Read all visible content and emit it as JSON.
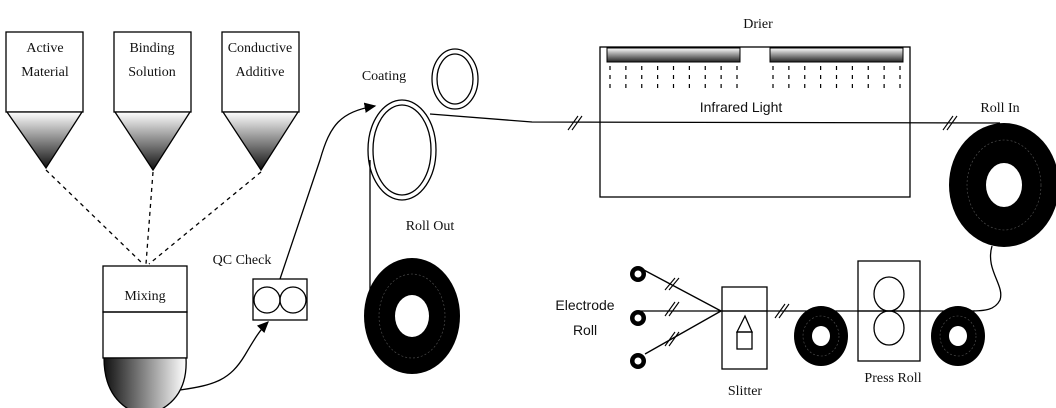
{
  "hoppers": [
    {
      "line1": "Active",
      "line2": "Material"
    },
    {
      "line1": "Binding",
      "line2": "Solution"
    },
    {
      "line1": "Conductive",
      "line2": "Additive"
    }
  ],
  "mixing": {
    "label": "Mixing"
  },
  "qc": {
    "label": "QC Check"
  },
  "coating": {
    "label": "Coating"
  },
  "roll_out": {
    "label": "Roll Out"
  },
  "drier": {
    "label": "Drier",
    "heater_label": "Infrared Light"
  },
  "roll_in": {
    "label": "Roll In"
  },
  "electrode": {
    "line1": "Electrode",
    "line2": "Roll"
  },
  "slitter": {
    "label": "Slitter"
  },
  "press_roll": {
    "label": "Press Roll"
  },
  "colors": {
    "line": "#000000",
    "background": "#ffffff"
  }
}
